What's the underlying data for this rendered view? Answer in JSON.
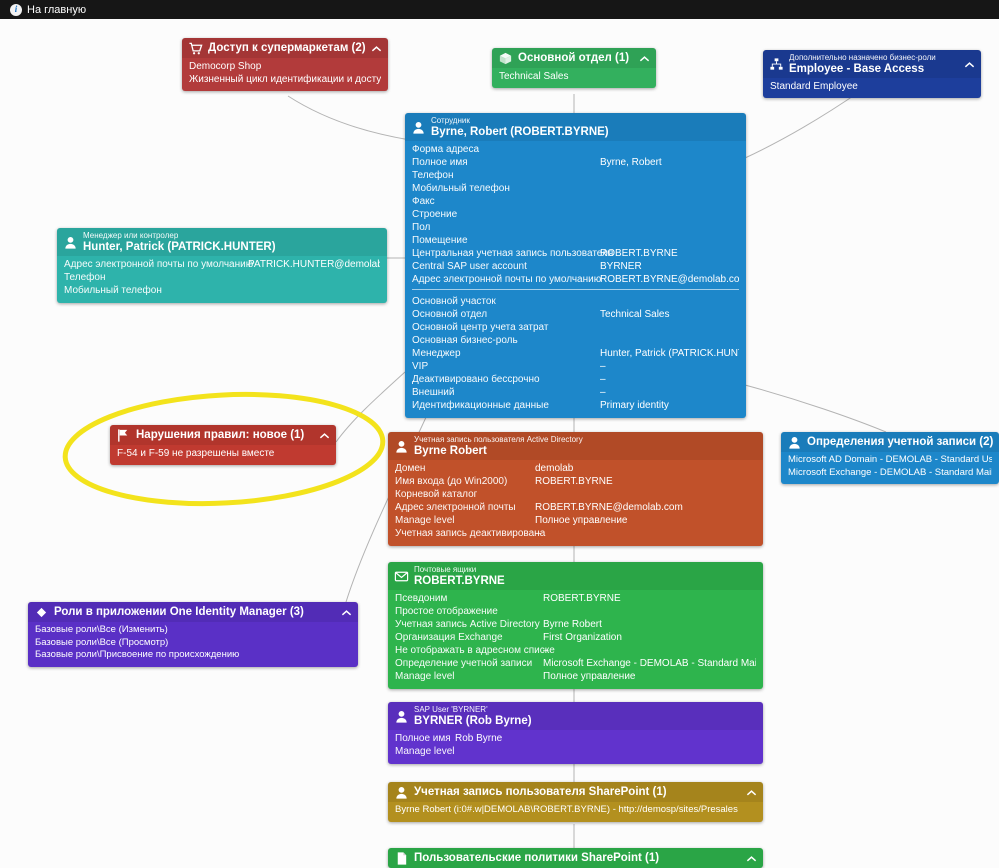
{
  "topbar": {
    "home_label": "На главную",
    "tab_title": "Byrne, Robert (ROBERT.BYRNE)",
    "close_label": "×"
  },
  "annotation": {
    "highlight_color": "#f3e31c",
    "connector_color": "#b3b3b3"
  },
  "cards": {
    "shops": {
      "title": "Доступ к супермаркетам (2)",
      "color": "#b23b3b",
      "items": [
        "Democorp Shop",
        "Жизненный цикл идентификации и доступа"
      ]
    },
    "department": {
      "title": "Основной отдел (1)",
      "color": "#33b05e",
      "items": [
        "Technical Sales"
      ]
    },
    "business_role": {
      "caption": "Дополнительно назначено бизнес-роли",
      "title": "Employee - Base Access",
      "color": "#1d3e9c",
      "items": [
        "Standard Employee"
      ]
    },
    "employee": {
      "caption": "Сотрудник",
      "title": "Byrne, Robert (ROBERT.BYRNE)",
      "color": "#1d87ca",
      "rows_a": [
        {
          "label": "Форма адреса",
          "value": ""
        },
        {
          "label": "Полное имя",
          "value": "Byrne, Robert"
        },
        {
          "label": "Телефон",
          "value": ""
        },
        {
          "label": "Мобильный телефон",
          "value": ""
        },
        {
          "label": "Факс",
          "value": ""
        },
        {
          "label": "Строение",
          "value": ""
        },
        {
          "label": "Пол",
          "value": ""
        },
        {
          "label": "Помещение",
          "value": ""
        },
        {
          "label": "Центральная учетная запись пользователя",
          "value": "ROBERT.BYRNE"
        },
        {
          "label": "Central SAP user account",
          "value": "BYRNER"
        },
        {
          "label": "Адрес электронной почты по умолчанию",
          "value": "ROBERT.BYRNE@demolab.com"
        }
      ],
      "rows_b": [
        {
          "label": "Основной участок",
          "value": ""
        },
        {
          "label": "Основной отдел",
          "value": "Technical Sales"
        },
        {
          "label": "Основной центр учета затрат",
          "value": ""
        },
        {
          "label": "Основная бизнес-роль",
          "value": ""
        },
        {
          "label": "Менеджер",
          "value": "Hunter, Patrick (PATRICK.HUNTER)"
        },
        {
          "label": "VIP",
          "value": "–"
        },
        {
          "label": "Деактивировано бессрочно",
          "value": "–"
        },
        {
          "label": "Внешний",
          "value": "–"
        },
        {
          "label": "Идентификационные данные",
          "value": "Primary identity"
        }
      ]
    },
    "manager": {
      "caption": "Менеджер или контролер",
      "title": "Hunter, Patrick (PATRICK.HUNTER)",
      "color": "#2eb3ab",
      "rows": [
        {
          "label": "Адрес электронной почты по умолчанию",
          "value": "PATRICK.HUNTER@demolab.com"
        },
        {
          "label": "Телефон",
          "value": ""
        },
        {
          "label": "Мобильный телефон",
          "value": ""
        }
      ]
    },
    "violations": {
      "title": "Нарушения правил: новое (1)",
      "color": "#c03a30",
      "items": [
        "F-54 и F-59 не разрешены вместе"
      ]
    },
    "ad_account": {
      "caption": "Учетная запись пользователя Active Directory",
      "title": "Byrne Robert",
      "color": "#c1512a",
      "rows": [
        {
          "label": "Домен",
          "value": "demolab"
        },
        {
          "label": "Имя входа (до Win2000)",
          "value": "ROBERT.BYRNE"
        },
        {
          "label": "Корневой каталог",
          "value": ""
        },
        {
          "label": "Адрес электронной почты",
          "value": "ROBERT.BYRNE@demolab.com"
        },
        {
          "label": "Manage level",
          "value": "Полное управление"
        },
        {
          "label": "Учетная запись деактивирована",
          "value": "–"
        }
      ]
    },
    "account_definitions": {
      "title": "Определения учетной записи (2)",
      "color": "#1d87ca",
      "items": [
        "Microsoft AD Domain - DEMOLAB - Standard User",
        "Microsoft Exchange - DEMOLAB - Standard Mailbox"
      ]
    },
    "mailbox": {
      "caption": "Почтовые ящики",
      "title": "ROBERT.BYRNE",
      "color": "#2eb44d",
      "rows": [
        {
          "label": "Псевдоним",
          "value": "ROBERT.BYRNE"
        },
        {
          "label": "Простое отображение",
          "value": ""
        },
        {
          "label": "Учетная запись Active Directory",
          "value": "Byrne Robert"
        },
        {
          "label": "Организация Exchange",
          "value": "First Organization"
        },
        {
          "label": "Не отображать в адресном списке",
          "value": "–"
        },
        {
          "label": "Определение учетной записи",
          "value": "Microsoft Exchange - DEMOLAB - Standard Mailbox"
        },
        {
          "label": "Manage level",
          "value": "Полное управление"
        }
      ]
    },
    "oim_roles": {
      "title": "Роли в приложении One Identity Manager (3)",
      "color": "#5a30c6",
      "items": [
        "Базовые роли\\Все (Изменить)",
        "Базовые роли\\Все (Просмотр)",
        "Базовые роли\\Присвоение по происхождению"
      ]
    },
    "sap_user": {
      "caption": "SAP User 'BYRNER'",
      "title": "BYRNER (Rob Byrne)",
      "color": "#6133cd",
      "rows": [
        {
          "label": "Полное имя",
          "value": "Rob Byrne"
        },
        {
          "label": "Manage level",
          "value": ""
        }
      ]
    },
    "sharepoint_account": {
      "title": "Учетная запись пользователя SharePoint (1)",
      "color": "#b3901f",
      "items": [
        "Byrne Robert (i:0#.w|DEMOLAB\\ROBERT.BYRNE) - http://demosp/sites/Presales"
      ]
    },
    "sharepoint_policies": {
      "title": "Пользовательские политики SharePoint (1)",
      "color": "#2eb44d",
      "items": []
    }
  }
}
